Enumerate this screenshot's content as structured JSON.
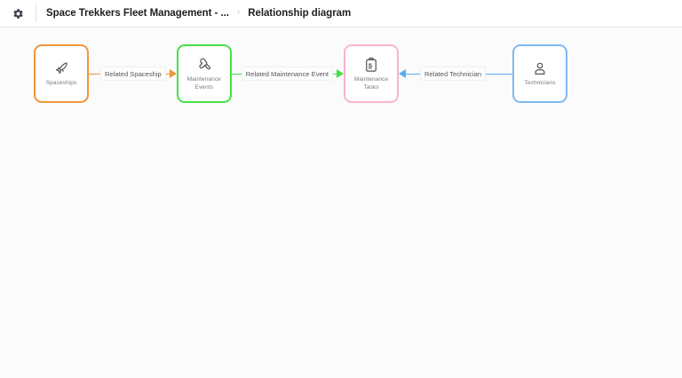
{
  "header": {
    "gear_icon": "gear-icon",
    "breadcrumb": {
      "app_title": "Space Trekkers Fleet Management - ...",
      "separator": "›",
      "current": "Relationship diagram"
    }
  },
  "diagram": {
    "nodes": [
      {
        "id": "spaceships",
        "label": "Spaceships",
        "icon": "spaceship-icon",
        "border_color": "#f0963c"
      },
      {
        "id": "maintenance-events",
        "label": "Maintenance\nEvents",
        "label_line1": "Maintenance",
        "label_line2": "Events",
        "icon": "wrench-icon",
        "border_color": "#46e046"
      },
      {
        "id": "maintenance-tasks",
        "label": "Maintenance\nTasks",
        "label_line1": "Maintenance",
        "label_line2": "Tasks",
        "icon": "clipboard-icon",
        "border_color": "#fab4d2"
      },
      {
        "id": "technicians",
        "label": "Technicians",
        "icon": "technician-icon",
        "border_color": "#7eb9f0"
      }
    ],
    "edges": [
      {
        "id": "related-spaceship",
        "label": "Related Spaceship",
        "color": "#f0963c",
        "direction": "right",
        "from": "spaceships",
        "to": "maintenance-events"
      },
      {
        "id": "related-maintenance-event",
        "label": "Related Maintenance Event",
        "color": "#46e046",
        "direction": "right",
        "from": "maintenance-events",
        "to": "maintenance-tasks"
      },
      {
        "id": "related-technician",
        "label": "Related Technician",
        "color": "#5aabf0",
        "direction": "left",
        "from": "technicians",
        "to": "maintenance-tasks"
      }
    ]
  }
}
